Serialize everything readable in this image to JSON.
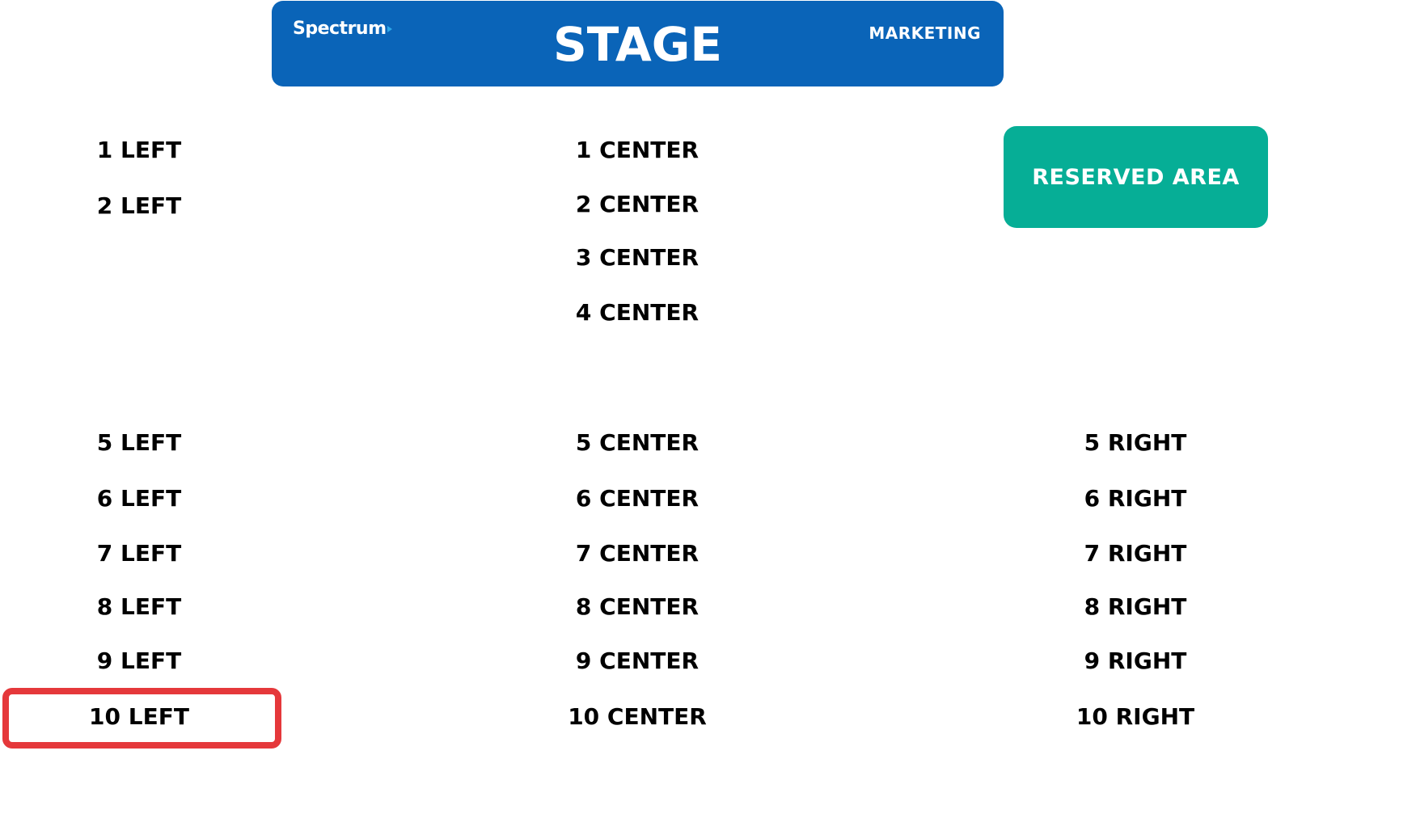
{
  "stage": {
    "brand": "Spectrum",
    "title": "STAGE",
    "subtitle": "MARKETING"
  },
  "reserved_area": "RESERVED AREA",
  "left_rows": [
    "1 LEFT",
    "2 LEFT",
    "5 LEFT",
    "6 LEFT",
    "7 LEFT",
    "8 LEFT",
    "9 LEFT",
    "10 LEFT"
  ],
  "center_rows": [
    "1 CENTER",
    "2 CENTER",
    "3 CENTER",
    "4 CENTER",
    "5 CENTER",
    "6 CENTER",
    "7 CENTER",
    "8 CENTER",
    "9 CENTER",
    "10 CENTER"
  ],
  "right_rows": [
    "5 RIGHT",
    "6 RIGHT",
    "7 RIGHT",
    "8 RIGHT",
    "9 RIGHT",
    "10 RIGHT"
  ],
  "highlighted_row": "10 LEFT",
  "colors": {
    "stage": "#0a64b8",
    "reserved": "#06ae96",
    "highlight": "#e5383b"
  }
}
